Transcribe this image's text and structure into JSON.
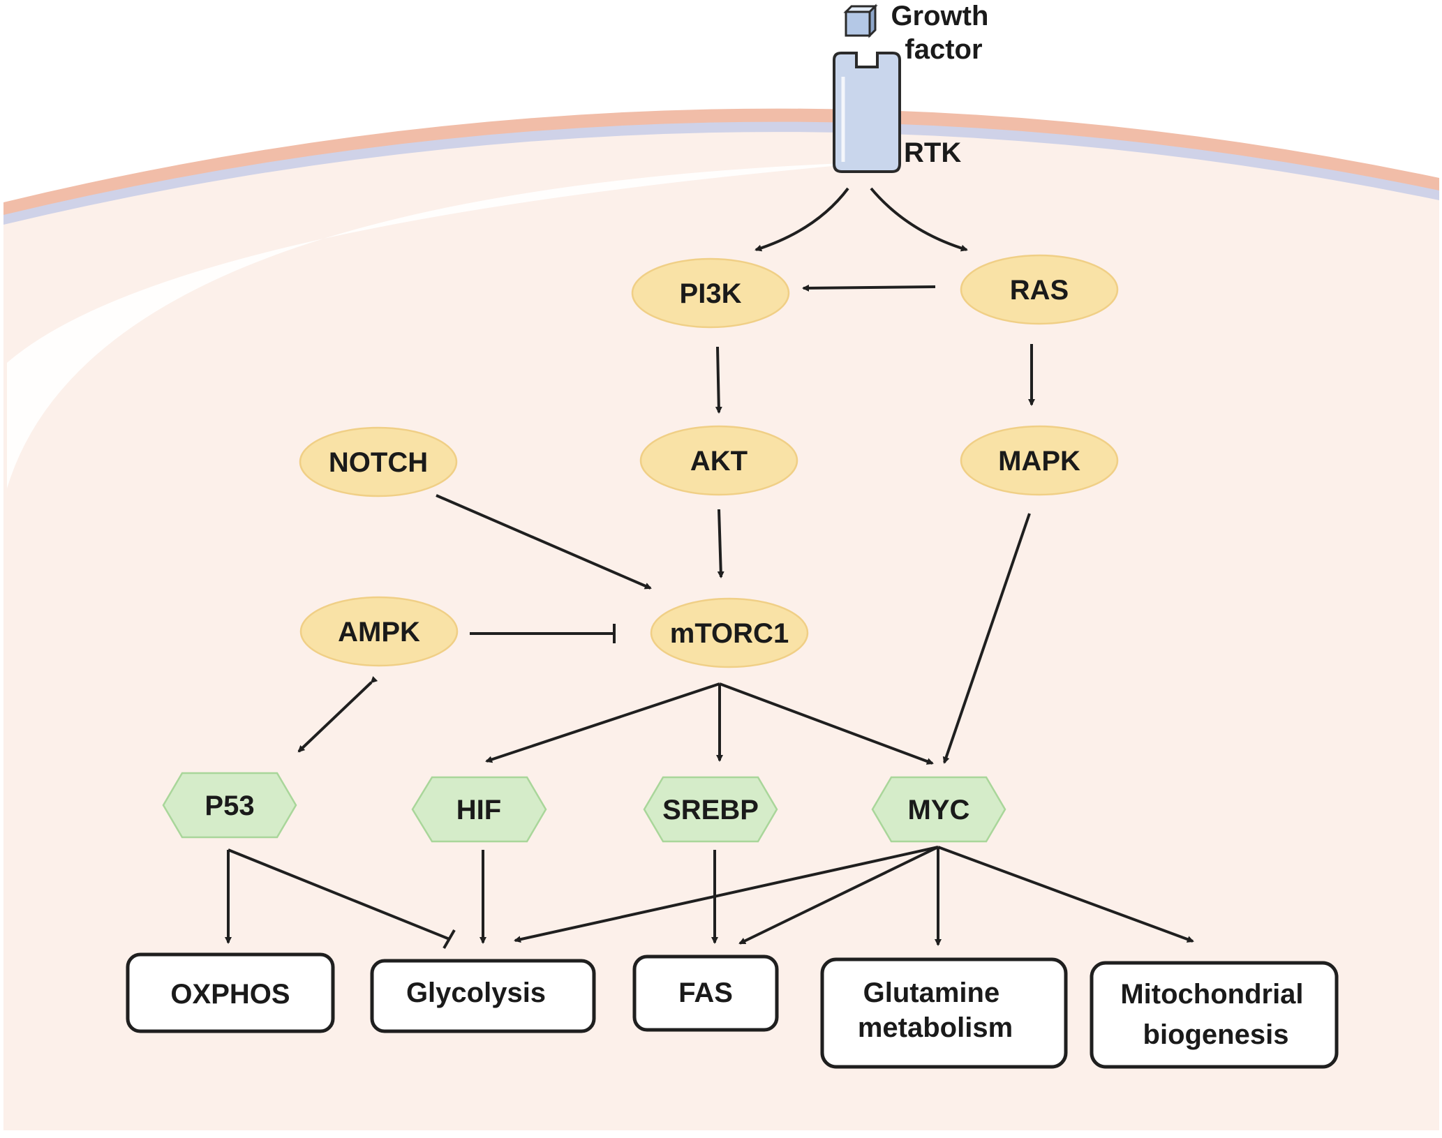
{
  "colors": {
    "cytoplasm": "#fcf0ea",
    "membrane_outer": "#f1bda8",
    "membrane_inner": "#cfd2e8",
    "protein_oval": "#f9e2a6",
    "transcription_factor": "#d5ecc9",
    "receptor": "#c9d6ec",
    "line": "#1f1f1f"
  },
  "labels": {
    "growth_factor": [
      "Growth",
      "factor"
    ],
    "rtk": "RTK"
  },
  "nodes": {
    "pi3k": "PI3K",
    "ras": "RAS",
    "akt": "AKT",
    "mapk": "MAPK",
    "notch": "NOTCH",
    "mtorc1": "mTORC1",
    "ampk": "AMPK",
    "p53": "P53",
    "hif": "HIF",
    "srebp": "SREBP",
    "myc": "MYC"
  },
  "outputs": {
    "oxphos": [
      "OXPHOS"
    ],
    "glycolysis": [
      "Glycolysis"
    ],
    "fas": [
      "FAS"
    ],
    "glutamine": [
      "Glutamine",
      "metabolism"
    ],
    "mito": [
      "Mitochondrial",
      "biogenesis"
    ]
  },
  "edges": [
    {
      "from": "RTK",
      "to": "PI3K",
      "type": "activation"
    },
    {
      "from": "RTK",
      "to": "RAS",
      "type": "activation"
    },
    {
      "from": "RAS",
      "to": "PI3K",
      "type": "activation"
    },
    {
      "from": "PI3K",
      "to": "AKT",
      "type": "activation"
    },
    {
      "from": "RAS",
      "to": "MAPK",
      "type": "activation"
    },
    {
      "from": "AKT",
      "to": "mTORC1",
      "type": "activation"
    },
    {
      "from": "NOTCH",
      "to": "mTORC1",
      "type": "activation"
    },
    {
      "from": "AMPK",
      "to": "mTORC1",
      "type": "inhibition"
    },
    {
      "from": "MAPK",
      "to": "MYC",
      "type": "activation"
    },
    {
      "from": "AMPK",
      "to": "P53",
      "type": "bidirectional"
    },
    {
      "from": "mTORC1",
      "to": "HIF",
      "type": "activation"
    },
    {
      "from": "mTORC1",
      "to": "SREBP",
      "type": "activation"
    },
    {
      "from": "mTORC1",
      "to": "MYC",
      "type": "activation"
    },
    {
      "from": "P53",
      "to": "OXPHOS",
      "type": "activation"
    },
    {
      "from": "P53",
      "to": "Glycolysis",
      "type": "inhibition"
    },
    {
      "from": "HIF",
      "to": "Glycolysis",
      "type": "activation"
    },
    {
      "from": "SREBP",
      "to": "FAS",
      "type": "activation"
    },
    {
      "from": "MYC",
      "to": "Glycolysis",
      "type": "activation"
    },
    {
      "from": "MYC",
      "to": "FAS",
      "type": "activation"
    },
    {
      "from": "MYC",
      "to": "Glutamine metabolism",
      "type": "activation"
    },
    {
      "from": "MYC",
      "to": "Mitochondrial biogenesis",
      "type": "activation"
    }
  ]
}
